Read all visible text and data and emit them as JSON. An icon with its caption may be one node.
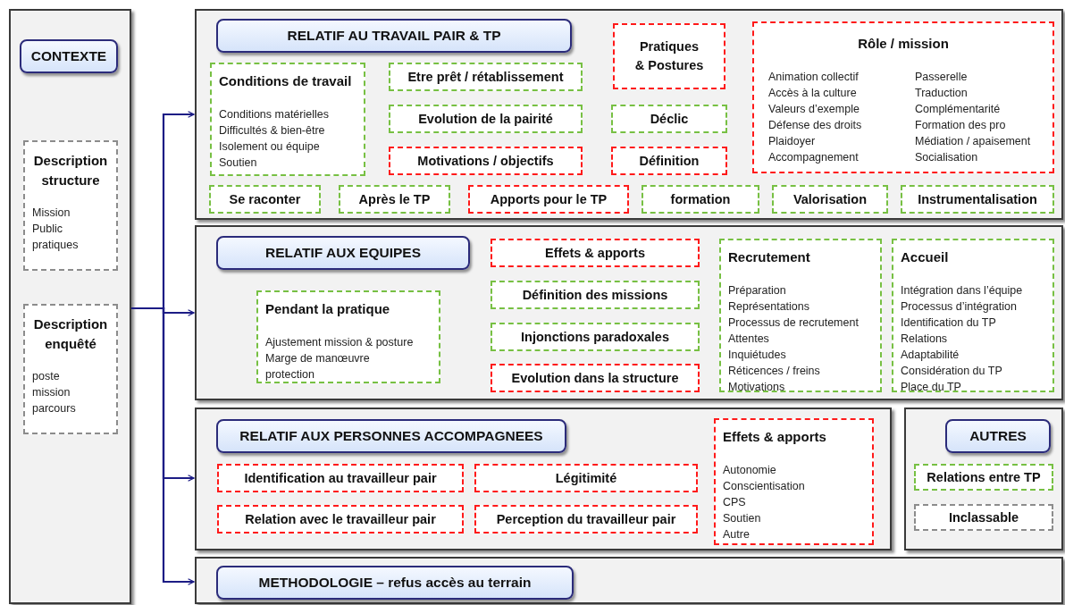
{
  "diagram": {
    "nodes": [
      {
        "text": [],
        "shape": "box"
      },
      {
        "text": [
          "CONTEXTE"
        ],
        "in": 0
      },
      {
        "text": [
          "Description structure",
          "Mission",
          "Public",
          "pratiques"
        ],
        "in": 0
      },
      {
        "text": [
          "Description enquêté",
          "poste",
          "mission",
          "parcours"
        ],
        "in": 0
      },
      {
        "text": [],
        "shape": "box"
      },
      {
        "text": [
          "RELATIF AU TRAVAIL PAIR & TP"
        ],
        "in": 4
      },
      {
        "text": [
          "Conditions de travail",
          "Conditions matérielles",
          "Difficultés & bien-être",
          "Isolement ou équipe",
          "Soutien"
        ],
        "in": 4
      },
      {
        "text": [
          "Etre prêt / rétablissement"
        ],
        "in": 4
      },
      {
        "text": [
          "Evolution de la pairité"
        ],
        "in": 4
      },
      {
        "text": [
          "Motivations / objectifs"
        ],
        "in": 4
      },
      {
        "text": [
          "Pratiques & Postures"
        ],
        "in": 4
      },
      {
        "text": [
          "Déclic"
        ],
        "in": 4
      },
      {
        "text": [
          "Définition"
        ],
        "in": 4
      },
      {
        "text": [
          "Rôle / mission",
          "Animation collectif",
          "Accès à la culture",
          "Valeurs d’exemple",
          "Défense des droits",
          "Plaidoyer",
          "Accompagnement",
          "Passerelle",
          "Traduction",
          "Complémentarité",
          "Formation des pro",
          "Médiation / apaisement",
          "Socialisation"
        ],
        "in": 4
      },
      {
        "text": [
          "Se raconter"
        ],
        "in": 4
      },
      {
        "text": [
          "Après le TP"
        ],
        "in": 4
      },
      {
        "text": [
          "Apports pour le TP"
        ],
        "in": 4
      },
      {
        "text": [
          "formation"
        ],
        "in": 4
      },
      {
        "text": [
          "Valorisation"
        ],
        "in": 4
      },
      {
        "text": [
          "Instrumentalisation"
        ],
        "in": 4
      },
      {
        "text": [],
        "shape": "box"
      },
      {
        "text": [
          "RELATIF AUX EQUIPES"
        ],
        "in": 20
      },
      {
        "text": [
          "Pendant la pratique",
          "Ajustement mission & posture",
          "Marge de manœuvre",
          "protection"
        ],
        "in": 20
      },
      {
        "text": [
          "Effets & apports"
        ],
        "in": 20
      },
      {
        "text": [
          "Définition des missions"
        ],
        "in": 20
      },
      {
        "text": [
          "Injonctions paradoxales"
        ],
        "in": 20
      },
      {
        "text": [
          "Evolution dans la structure"
        ],
        "in": 20
      },
      {
        "text": [
          "Recrutement",
          "Préparation",
          "Représentations",
          "Processus de recrutement",
          "Attentes",
          "Inquiétudes",
          "Réticences / freins",
          "Motivations"
        ],
        "in": 20
      },
      {
        "text": [
          "Accueil",
          "Intégration dans l’équipe",
          "Processus d’intégration",
          "Identification du TP",
          "Relations",
          "Adaptabilité",
          "Considération du TP",
          "Place du TP"
        ],
        "in": 20
      },
      {
        "text": [],
        "shape": "box"
      },
      {
        "text": [
          "RELATIF AUX PERSONNES ACCOMPAGNEES"
        ],
        "in": 29
      },
      {
        "text": [
          "Identification au travailleur pair"
        ],
        "in": 29
      },
      {
        "text": [
          "Légitimité"
        ],
        "in": 29
      },
      {
        "text": [
          "Relation avec le travailleur pair"
        ],
        "in": 29
      },
      {
        "text": [
          "Perception du travailleur pair"
        ],
        "in": 29
      },
      {
        "text": [
          "Effets & apports",
          "Autonomie",
          "Conscientisation",
          "CPS",
          "Soutien",
          "Autre"
        ],
        "in": 29
      },
      {
        "text": [],
        "shape": "box"
      },
      {
        "text": [
          "AUTRES"
        ],
        "in": 36
      },
      {
        "text": [
          "Relations entre TP"
        ],
        "in": 36
      },
      {
        "text": [
          "Inclassable"
        ],
        "in": 36
      },
      {
        "text": [],
        "shape": "box"
      },
      {
        "text": [
          "METHODOLOGIE – refus accès au terrain"
        ],
        "in": 40
      }
    ],
    "edges": [
      {
        "from": 0,
        "to": 4,
        "arrow": "to"
      },
      {
        "from": 0,
        "to": 20,
        "arrow": "to"
      },
      {
        "from": 0,
        "to": 29,
        "arrow": "to"
      },
      {
        "from": 0,
        "to": 40,
        "arrow": "to"
      }
    ]
  }
}
